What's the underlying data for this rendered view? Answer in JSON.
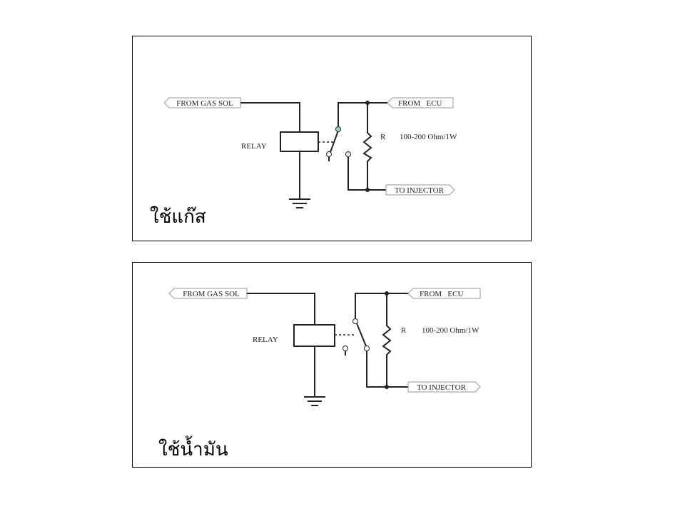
{
  "panels": [
    {
      "id": "gas",
      "caption": "ใช้แก๊ส",
      "labels": {
        "from_gas_sol": "FROM GAS SOL",
        "from_ecu": "FROM   ECU",
        "to_injector": "TO INJECTOR",
        "relay": "RELAY",
        "resistor": "R",
        "resistor_value": "100-200 Ohm/1W"
      },
      "switch_state": "gas"
    },
    {
      "id": "oil",
      "caption": "ใช้น้ำมัน",
      "labels": {
        "from_gas_sol": "FROM GAS SOL",
        "from_ecu": "FROM   ECU",
        "to_injector": "TO INJECTOR",
        "relay": "RELAY",
        "resistor": "R",
        "resistor_value": "100-200 Ohm/1W"
      },
      "switch_state": "oil"
    }
  ],
  "colors": {
    "contact_active": "#9fd3d3"
  }
}
